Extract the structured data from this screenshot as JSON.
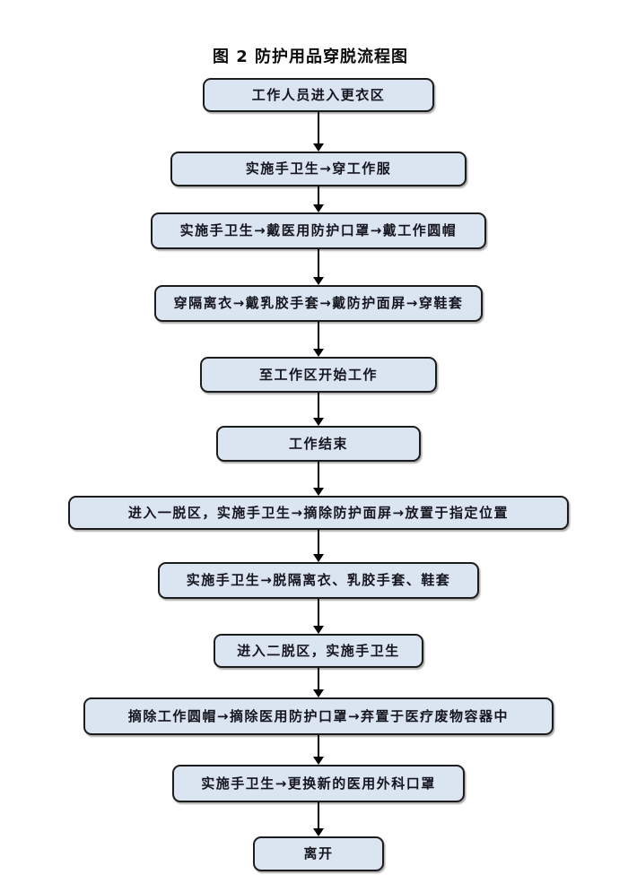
{
  "title": "图 2 防护用品穿脱流程图",
  "colors": {
    "node_fill": "#dbe5f1",
    "node_border": "#1c1c1c",
    "arrow": "#000000",
    "background": "#ffffff"
  },
  "flow": {
    "type": "flowchart",
    "direction": "top-down",
    "nodes": [
      {
        "label": "工作人员进入更衣区"
      },
      {
        "label": "实施手卫生→穿工作服"
      },
      {
        "label": "实施手卫生→戴医用防护口罩→戴工作圆帽"
      },
      {
        "label": "穿隔离衣→戴乳胶手套→戴防护面屏→穿鞋套"
      },
      {
        "label": "至工作区开始工作"
      },
      {
        "label": "工作结束"
      },
      {
        "label": "进入一脱区，实施手卫生→摘除防护面屏→放置于指定位置"
      },
      {
        "label": "实施手卫生→脱隔离衣、乳胶手套、鞋套"
      },
      {
        "label": "进入二脱区，实施手卫生"
      },
      {
        "label": "摘除工作圆帽→摘除医用防护口罩→弃置于医疗废物容器中"
      },
      {
        "label": "实施手卫生→更换新的医用外科口罩"
      },
      {
        "label": "离开"
      }
    ]
  }
}
